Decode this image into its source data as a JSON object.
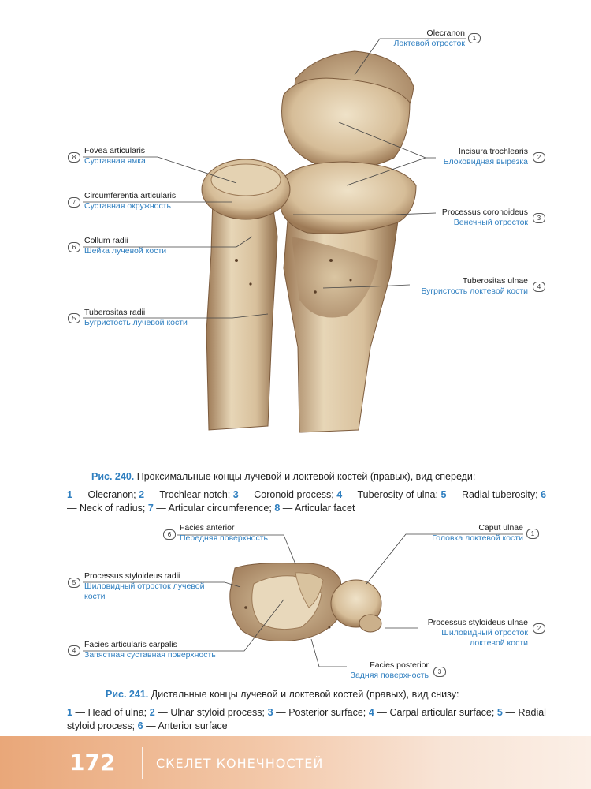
{
  "figure_240": {
    "labels": [
      {
        "num": "1",
        "latin": "Olecranon",
        "russian": "Локтевой отросток"
      },
      {
        "num": "2",
        "latin": "Incisura trochlearis",
        "russian": "Блоковидная вырезка"
      },
      {
        "num": "3",
        "latin": "Processus coronoideus",
        "russian": "Венечный отросток"
      },
      {
        "num": "4",
        "latin": "Tuberositas ulnae",
        "russian": "Бугристость локтевой кости"
      },
      {
        "num": "5",
        "latin": "Tuberositas radii",
        "russian": "Бугристость лучевой кости"
      },
      {
        "num": "6",
        "latin": "Collum radii",
        "russian": "Шейка лучевой кости"
      },
      {
        "num": "7",
        "latin": "Circumferentia articularis",
        "russian": "Суставная окружность"
      },
      {
        "num": "8",
        "latin": "Fovea articularis",
        "russian": "Суставная ямка"
      }
    ],
    "caption_label": "Рис. 240.",
    "caption_text": "Проксимальные концы лучевой и локтевой костей (правых), вид спереди:",
    "legend": [
      {
        "num": "1",
        "text": "— Olecranon;"
      },
      {
        "num": "2",
        "text": "— Trochlear notch;"
      },
      {
        "num": "3",
        "text": "— Coronoid process;"
      },
      {
        "num": "4",
        "text": "— Tuberosity of ulna;"
      },
      {
        "num": "5",
        "text": "— Radial tuberosity;"
      },
      {
        "num": "6",
        "text": "— Neck of radius;"
      },
      {
        "num": "7",
        "text": "— Articular circumference;"
      },
      {
        "num": "8",
        "text": "— Articular facet"
      }
    ]
  },
  "figure_241": {
    "labels": [
      {
        "num": "1",
        "latin": "Caput ulnae",
        "russian": "Головка локтевой кости"
      },
      {
        "num": "2",
        "latin": "Processus styloideus ulnae",
        "russian": "Шиловидный отросток",
        "russian2": "локтевой кости"
      },
      {
        "num": "3",
        "latin": "Facies posterior",
        "russian": "Задняя поверхность"
      },
      {
        "num": "4",
        "latin": "Facies articularis carpalis",
        "russian": "Запястная суставная поверхность"
      },
      {
        "num": "5",
        "latin": "Processus styloideus radii",
        "russian": "Шиловидный отросток лучевой",
        "russian2": "кости"
      },
      {
        "num": "6",
        "latin": "Facies anterior",
        "russian": "Передняя поверхность"
      }
    ],
    "caption_label": "Рис. 241.",
    "caption_text": "Дистальные концы лучевой и локтевой костей (правых), вид снизу:",
    "legend": [
      {
        "num": "1",
        "text": "— Head of ulna;"
      },
      {
        "num": "2",
        "text": "— Ulnar styloid process;"
      },
      {
        "num": "3",
        "text": "— Posterior surface;"
      },
      {
        "num": "4",
        "text": "— Carpal articular surface;"
      },
      {
        "num": "5",
        "text": "— Radial styloid process;"
      },
      {
        "num": "6",
        "text": "— Anterior surface"
      }
    ]
  },
  "footer": {
    "page_number": "172",
    "section_title": "СКЕЛЕТ КОНЕЧНОСТЕЙ"
  },
  "colors": {
    "bone_light": "#ead9bb",
    "bone_mid": "#cdb08a",
    "bone_dark": "#8a6a48",
    "accent_blue": "#2f7fc0",
    "footer_orange": "#e9a779"
  }
}
